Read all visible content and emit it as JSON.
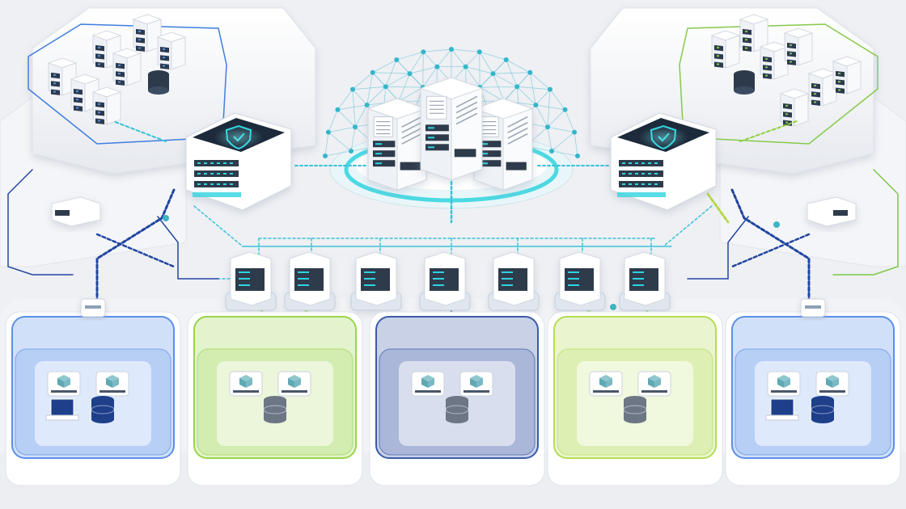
{
  "colors": {
    "background": "#eef0f4",
    "platform": "#ffffff",
    "platform_edge": "#d9dee6",
    "server_body": "#f8f9fb",
    "server_rack": "#2d3a4c",
    "cyan_glow": "#2fd3df",
    "cyan_link": "#38c2d6",
    "navy_link": "#2146a0",
    "green_link": "#8fd23c",
    "blue_zone": "#5b8fe8",
    "green_zone": "#9ad44a",
    "navy_zone": "#3c5aa8",
    "lime_zone": "#b4dc52"
  },
  "icons": {
    "gateway": "shield-icon",
    "database": "database-icon",
    "document": "document-icon",
    "monitor": "monitor-icon",
    "node": "cube-icon"
  },
  "diagram": {
    "edge_clusters": [
      {
        "id": "datacenter-left",
        "accent": "#3f7de0",
        "servers": 7,
        "databases": 1
      },
      {
        "id": "datacenter-right",
        "accent": "#86c94b",
        "servers": 7,
        "databases": 1
      }
    ],
    "gateways": [
      {
        "id": "gateway-left",
        "icon": "shield-icon"
      },
      {
        "id": "gateway-right",
        "icon": "shield-icon"
      }
    ],
    "core": {
      "id": "core-cloud",
      "servers": 3,
      "mesh": true
    },
    "relay_boxes": [
      {
        "id": "relay-left"
      },
      {
        "id": "relay-right"
      }
    ],
    "switch_count": 7,
    "zones": [
      {
        "id": "zone-1",
        "color": "#5b8fe8",
        "nodes": 2,
        "databases": 1,
        "monitor": true
      },
      {
        "id": "zone-2",
        "color": "#9ad44a",
        "nodes": 2,
        "databases": 1,
        "monitor": false
      },
      {
        "id": "zone-3",
        "color": "#3c5aa8",
        "nodes": 2,
        "databases": 1,
        "monitor": false
      },
      {
        "id": "zone-4",
        "color": "#b4dc52",
        "nodes": 2,
        "databases": 1,
        "monitor": false
      },
      {
        "id": "zone-5",
        "color": "#5b8fe8",
        "nodes": 2,
        "databases": 1,
        "monitor": true
      }
    ]
  }
}
